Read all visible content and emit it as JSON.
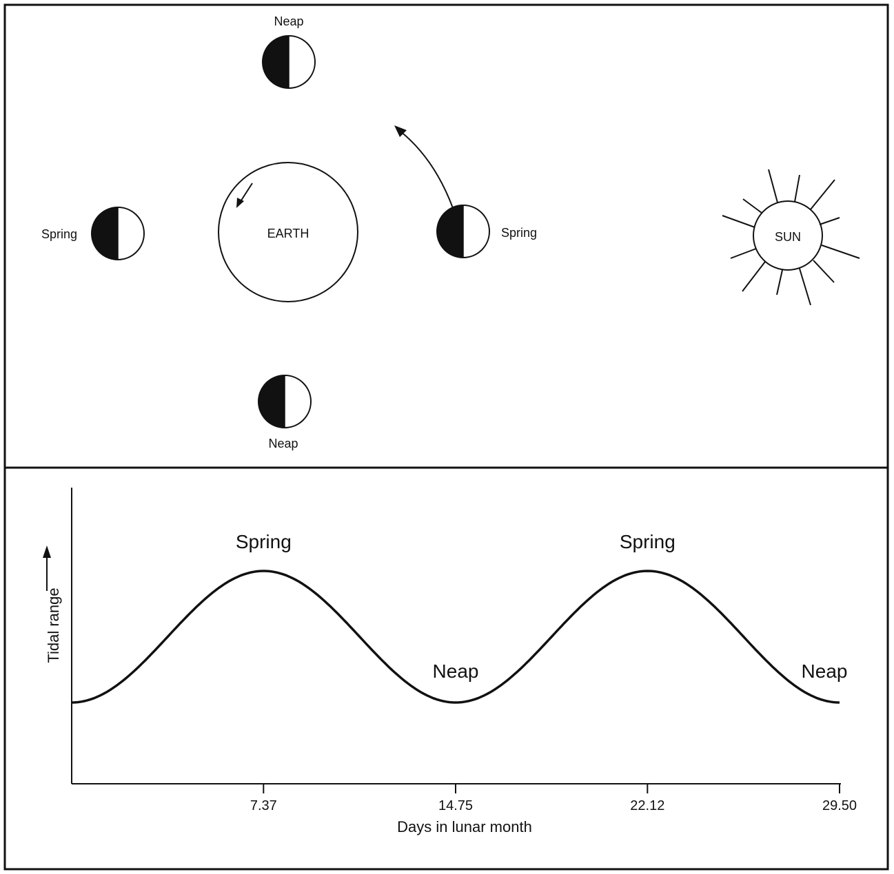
{
  "diagram": {
    "labels": {
      "neap_top": "Neap",
      "neap_bottom": "Neap",
      "spring_left": "Spring",
      "spring_right": "Spring",
      "earth": "EARTH",
      "sun": "SUN"
    }
  },
  "chart_data": {
    "type": "line",
    "xlabel": "Days in lunar month",
    "ylabel": "Tidal range",
    "x_ticks": [
      "7.37",
      "14.75",
      "22.12",
      "29.50"
    ],
    "xlim": [
      0,
      29.5
    ],
    "annotations": [
      {
        "text": "Spring",
        "x": 7.37
      },
      {
        "text": "Neap",
        "x": 14.75
      },
      {
        "text": "Spring",
        "x": 22.12
      },
      {
        "text": "Neap",
        "x": 29.5
      }
    ],
    "series": [
      {
        "x": [
          0,
          3.69,
          7.37,
          11.06,
          14.75,
          18.43,
          22.12,
          25.81,
          29.5
        ],
        "y": [
          0,
          0.5,
          1,
          0.5,
          0,
          0.5,
          1,
          0.5,
          0
        ]
      }
    ]
  }
}
